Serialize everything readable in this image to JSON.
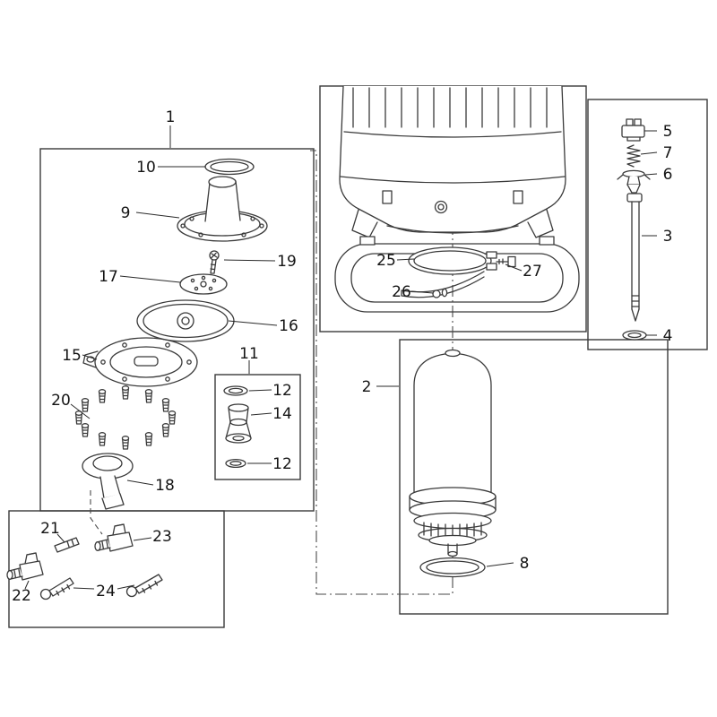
{
  "figure": {
    "kind": "exploded-parts-diagram",
    "background": "#ffffff",
    "line_color": "#3a3a3a",
    "text_color": "#141414"
  },
  "callouts": [
    {
      "label": "1"
    },
    {
      "label": "10"
    },
    {
      "label": "9"
    },
    {
      "label": "19"
    },
    {
      "label": "17"
    },
    {
      "label": "16"
    },
    {
      "label": "15"
    },
    {
      "label": "20"
    },
    {
      "label": "18"
    },
    {
      "label": "11"
    },
    {
      "label": "12"
    },
    {
      "label": "14"
    },
    {
      "label": "12"
    },
    {
      "label": "2"
    },
    {
      "label": "8"
    },
    {
      "label": "25"
    },
    {
      "label": "26"
    },
    {
      "label": "27"
    },
    {
      "label": "5"
    },
    {
      "label": "7"
    },
    {
      "label": "6"
    },
    {
      "label": "3"
    },
    {
      "label": "4"
    },
    {
      "label": "21"
    },
    {
      "label": "22"
    },
    {
      "label": "23"
    },
    {
      "label": "24"
    }
  ]
}
